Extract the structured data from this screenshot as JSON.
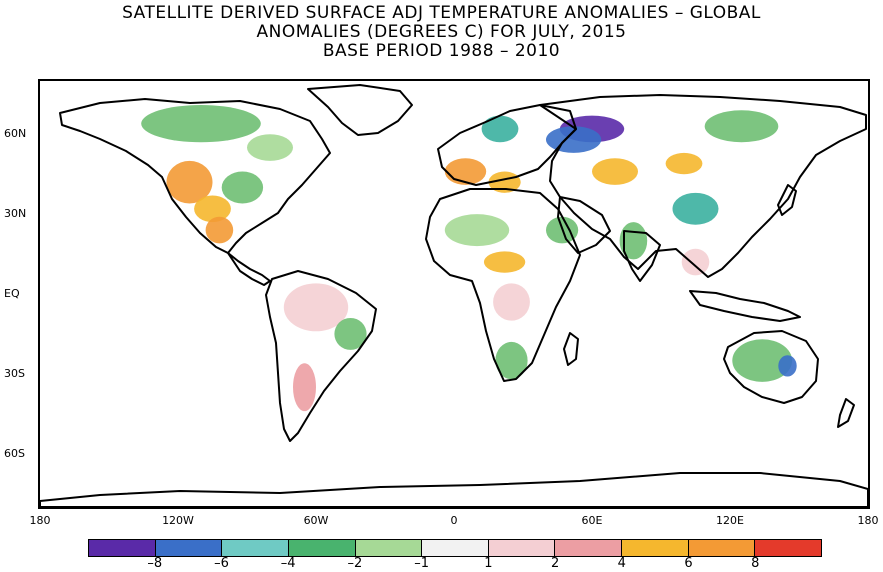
{
  "title": {
    "line1": "SATELLITE DERIVED SURFACE ADJ TEMPERATURE ANOMALIES – GLOBAL",
    "line2": "ANOMALIES (DEGREES C) FOR JULY, 2015",
    "line3": "BASE PERIOD 1988 – 2010"
  },
  "map": {
    "projection": "equirectangular",
    "lon_range": [
      -180,
      180
    ],
    "lat_range": [
      -80,
      80
    ],
    "grid": false,
    "ocean_color": "#ffffff",
    "land_outline_color": "#000000",
    "lat_ticks": [
      {
        "lat": 60,
        "label": "60N"
      },
      {
        "lat": 30,
        "label": "30N"
      },
      {
        "lat": 0,
        "label": "EQ"
      },
      {
        "lat": -30,
        "label": "30S"
      },
      {
        "lat": -60,
        "label": "60S"
      }
    ],
    "lon_ticks": [
      {
        "lon": -180,
        "label": "180"
      },
      {
        "lon": -120,
        "label": "120W"
      },
      {
        "lon": -60,
        "label": "60W"
      },
      {
        "lon": 0,
        "label": "0"
      },
      {
        "lon": 60,
        "label": "60E"
      },
      {
        "lon": 120,
        "label": "120E"
      },
      {
        "lon": 180,
        "label": "180"
      }
    ],
    "anomaly_regions": [
      {
        "name": "northern-canada",
        "lon": -110,
        "lat": 64,
        "rx": 26,
        "ry": 7,
        "color": "#6fbf73"
      },
      {
        "name": "western-us",
        "lon": -115,
        "lat": 42,
        "rx": 10,
        "ry": 8,
        "color": "#f39a35"
      },
      {
        "name": "southwest-us",
        "lon": -105,
        "lat": 32,
        "rx": 8,
        "ry": 5,
        "color": "#f5b72e"
      },
      {
        "name": "central-us",
        "lon": -92,
        "lat": 40,
        "rx": 9,
        "ry": 6,
        "color": "#6fbf73"
      },
      {
        "name": "mexico",
        "lon": -102,
        "lat": 24,
        "rx": 6,
        "ry": 5,
        "color": "#f39a35"
      },
      {
        "name": "hudson-bay",
        "lon": -80,
        "lat": 55,
        "rx": 10,
        "ry": 5,
        "color": "#a6d996"
      },
      {
        "name": "amazon",
        "lon": -60,
        "lat": -5,
        "rx": 14,
        "ry": 9,
        "color": "#f4cfd3"
      },
      {
        "name": "brazil-east",
        "lon": -45,
        "lat": -15,
        "rx": 7,
        "ry": 6,
        "color": "#6fbf73"
      },
      {
        "name": "argentina",
        "lon": -65,
        "lat": -35,
        "rx": 5,
        "ry": 9,
        "color": "#ec9ea3"
      },
      {
        "name": "west-europe",
        "lon": 5,
        "lat": 46,
        "rx": 9,
        "ry": 5,
        "color": "#f39a35"
      },
      {
        "name": "balkans",
        "lon": 22,
        "lat": 42,
        "rx": 7,
        "ry": 4,
        "color": "#f5b72e"
      },
      {
        "name": "scandinavia",
        "lon": 20,
        "lat": 62,
        "rx": 8,
        "ry": 5,
        "color": "#3bb0a0"
      },
      {
        "name": "western-russia",
        "lon": 60,
        "lat": 62,
        "rx": 14,
        "ry": 5,
        "color": "#5a2aa8"
      },
      {
        "name": "russia-blue",
        "lon": 52,
        "lat": 58,
        "rx": 12,
        "ry": 5,
        "color": "#3a6fc8"
      },
      {
        "name": "kazakhstan",
        "lon": 70,
        "lat": 46,
        "rx": 10,
        "ry": 5,
        "color": "#f5b72e"
      },
      {
        "name": "mongolia",
        "lon": 100,
        "lat": 49,
        "rx": 8,
        "ry": 4,
        "color": "#f5b72e"
      },
      {
        "name": "siberia-east",
        "lon": 125,
        "lat": 63,
        "rx": 16,
        "ry": 6,
        "color": "#6fbf73"
      },
      {
        "name": "china",
        "lon": 105,
        "lat": 32,
        "rx": 10,
        "ry": 6,
        "color": "#3bb0a0"
      },
      {
        "name": "india",
        "lon": 78,
        "lat": 20,
        "rx": 6,
        "ry": 7,
        "color": "#6fbf73"
      },
      {
        "name": "arabia",
        "lon": 47,
        "lat": 24,
        "rx": 7,
        "ry": 5,
        "color": "#6fbf73"
      },
      {
        "name": "sahara",
        "lon": 10,
        "lat": 24,
        "rx": 14,
        "ry": 6,
        "color": "#a6d996"
      },
      {
        "name": "sahel",
        "lon": 22,
        "lat": 12,
        "rx": 9,
        "ry": 4,
        "color": "#f5b72e"
      },
      {
        "name": "central-africa",
        "lon": 25,
        "lat": -3,
        "rx": 8,
        "ry": 7,
        "color": "#f4cfd3"
      },
      {
        "name": "southern-africa",
        "lon": 25,
        "lat": -25,
        "rx": 7,
        "ry": 7,
        "color": "#6fbf73"
      },
      {
        "name": "australia",
        "lon": 134,
        "lat": -25,
        "rx": 13,
        "ry": 8,
        "color": "#6fbf73"
      },
      {
        "name": "australia-east",
        "lon": 145,
        "lat": -27,
        "rx": 4,
        "ry": 4,
        "color": "#3a6fc8"
      },
      {
        "name": "se-asia",
        "lon": 105,
        "lat": 12,
        "rx": 6,
        "ry": 5,
        "color": "#f4cfd3"
      }
    ]
  },
  "legend": {
    "colors": [
      "#5a2aa8",
      "#3a6fc8",
      "#6fcac4",
      "#49b36e",
      "#a6d996",
      "#f2f2f2",
      "#f4cfd3",
      "#ec9ea3",
      "#f5b72e",
      "#f39a35",
      "#e43a2b"
    ],
    "tick_labels": [
      "–8",
      "–6",
      "–4",
      "–2",
      "–1",
      "1",
      "2",
      "4",
      "6",
      "8"
    ]
  }
}
